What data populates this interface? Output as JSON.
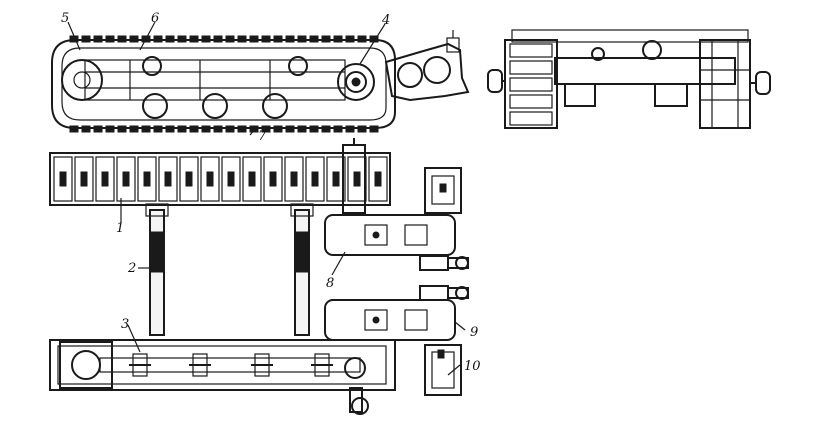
{
  "labels": {
    "l1": "1",
    "l2": "2",
    "l3": "3",
    "l4": "4",
    "l5": "5",
    "l6": "6",
    "l7": "7",
    "l8": "8",
    "l9": "9",
    "l10": "10"
  },
  "colors": {
    "ink": "#1a1a1a",
    "paper": "#ffffff"
  }
}
